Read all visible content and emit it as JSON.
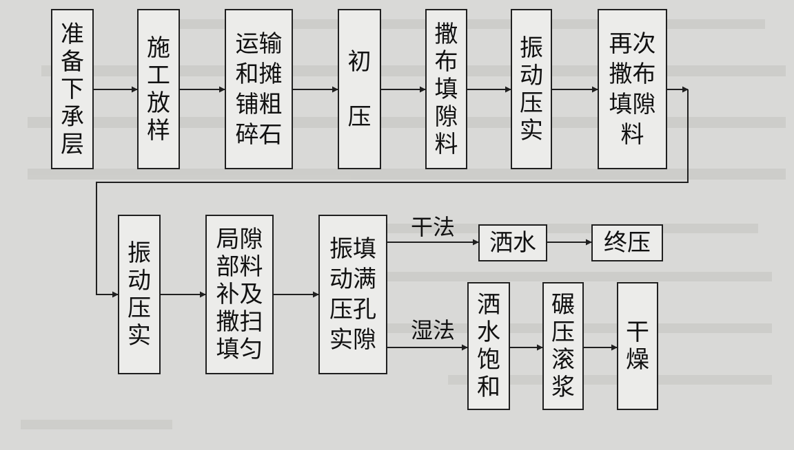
{
  "diagram": {
    "row1": [
      {
        "id": "prepare-base",
        "label": "准\n备\n下\n承\n层"
      },
      {
        "id": "survey-layout",
        "label": "施\n工\n放\n样"
      },
      {
        "id": "transport-spread-coarse",
        "label": "运输\n和摊\n铺粗\n碎石"
      },
      {
        "id": "initial-rolling",
        "label": "初\n\n压"
      },
      {
        "id": "spread-filler",
        "label": "撒\n布\n填\n隙\n料"
      },
      {
        "id": "vibration-compaction-1",
        "label": "振\n动\n压\n实"
      },
      {
        "id": "respread-filler",
        "label": "再次\n撒布\n填隙\n料"
      }
    ],
    "row2": [
      {
        "id": "vibration-compaction-2",
        "label": "振\n动\n压\n实"
      },
      {
        "id": "local-patch-sweep",
        "label": "局隙\n部料\n补及\n撒扫\n填匀"
      },
      {
        "id": "vibrate-fill-voids",
        "label": "振填\n动满\n压孔\n实隙"
      }
    ],
    "dry_branch": {
      "label": "干法",
      "steps": [
        {
          "id": "sprinkle-water",
          "label": "洒水"
        },
        {
          "id": "final-rolling",
          "label": "终压"
        }
      ]
    },
    "wet_branch": {
      "label": "湿法",
      "steps": [
        {
          "id": "water-saturation",
          "label": "洒\n水\n饱\n和"
        },
        {
          "id": "roll-slurry",
          "label": "碾\n压\n滚\n浆"
        },
        {
          "id": "dry-out",
          "label": "干\n燥"
        }
      ]
    }
  }
}
